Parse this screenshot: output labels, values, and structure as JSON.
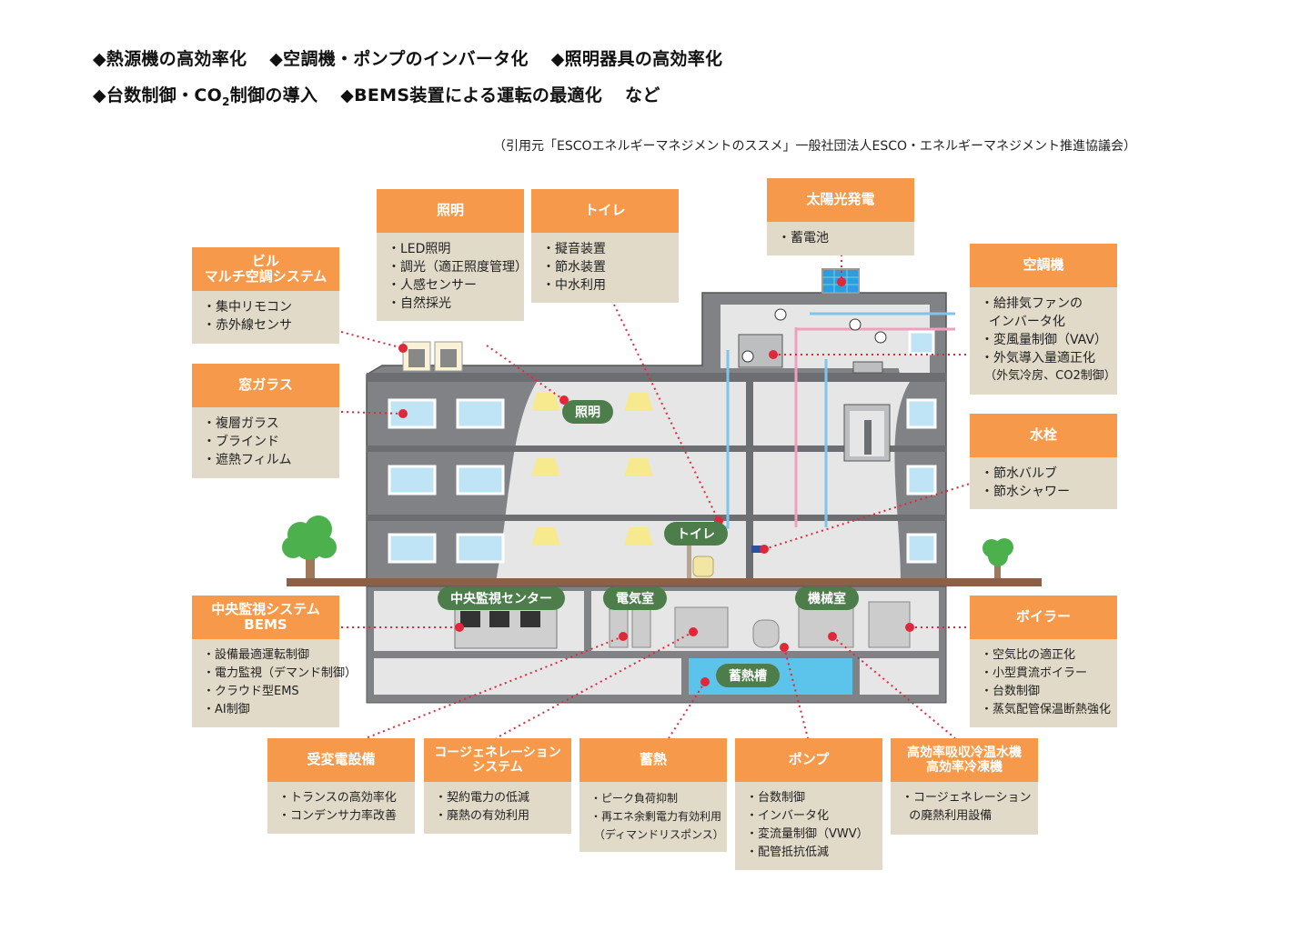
{
  "header": {
    "bullets_line1": [
      "◆熱源機の高効率化",
      "◆空調機・ポンプのインバータ化",
      "◆照明器具の高効率化"
    ],
    "bullets_line2_parts": {
      "pre": "◆台数制御・CO",
      "sub": "2",
      "post": "制御の導入"
    },
    "bullets_line2_rest": [
      "◆BEMS装置による運転の最適化",
      "など"
    ],
    "citation": "（引用元「ESCOエネルギーマネジメントのススメ」一般社団法人ESCO・エネルギーマネジメント推進協議会）"
  },
  "colors": {
    "card_header": "#f7994a",
    "card_body": "#e2dac9",
    "pill": "#4e7d4c",
    "leader_dot": "#e0283a",
    "building_wall": "#808285",
    "interior": "#e6e6e6",
    "window": "#bfe4f5",
    "ground": "#8a6048",
    "tree": "#4cb14c",
    "tank_water": "#5cc3ea"
  },
  "cards": {
    "building_multi_ac": {
      "title": "ビル\nマルチ空調システム",
      "items": [
        "・集中リモコン",
        "・赤外線センサ"
      ]
    },
    "window_glass": {
      "title": "窓ガラス",
      "items": [
        "・複層ガラス",
        "・ブラインド",
        "・遮熱フィルム"
      ]
    },
    "lighting": {
      "title": "照明",
      "items": [
        "・LED照明",
        "・調光（適正照度管理）",
        "・人感センサー",
        "・自然採光"
      ]
    },
    "toilet": {
      "title": "トイレ",
      "items": [
        "・擬音装置",
        "・節水装置",
        "・中水利用"
      ]
    },
    "solar": {
      "title": "太陽光発電",
      "items": [
        "・蓄電池"
      ]
    },
    "air_conditioner": {
      "title": "空調機",
      "items": [
        "・給排気ファンの",
        "  インバータ化",
        "・変風量制御（VAV）",
        "・外気導入量適正化",
        " （外気冷房、CO2制御）"
      ]
    },
    "faucet": {
      "title": "水栓",
      "items": [
        "・節水バルブ",
        "・節水シャワー"
      ]
    },
    "bems": {
      "title": "中央監視システム\nBEMS",
      "items": [
        "・設備最適運転制御",
        "・電力監視（デマンド制御）",
        "・クラウド型EMS",
        "・AI制御"
      ]
    },
    "boiler": {
      "title": "ボイラー",
      "items": [
        "・空気比の適正化",
        "・小型貫流ボイラー",
        "・台数制御",
        "・蒸気配管保温断熱強化"
      ]
    },
    "substation": {
      "title": "受変電設備",
      "items": [
        "・トランスの高効率化",
        "・コンデンサ力率改善"
      ]
    },
    "cogeneration": {
      "title": "コージェネレーション\nシステム",
      "items": [
        "・契約電力の低減",
        "・廃熱の有効利用"
      ]
    },
    "heat_storage": {
      "title": "蓄熱",
      "items": [
        "・ピーク負荷抑制",
        "・再エネ余剰電力有効利用",
        " （ディマンドリスポンス）"
      ]
    },
    "pump": {
      "title": "ポンプ",
      "items": [
        "・台数制御",
        "・インバータ化",
        "・変流量制御（VWV）",
        "・配管抵抗低減"
      ]
    },
    "chiller": {
      "title": "高効率吸収冷温水機\n高効率冷凍機",
      "items": [
        "・コージェネレーション",
        "  の廃熱利用設備"
      ]
    }
  },
  "pills": {
    "lighting": "照明",
    "toilet": "トイレ",
    "central_monitoring": "中央監視センター",
    "electrical_room": "電気室",
    "machine_room": "機械室",
    "heat_storage_tank": "蓄熱槽"
  }
}
